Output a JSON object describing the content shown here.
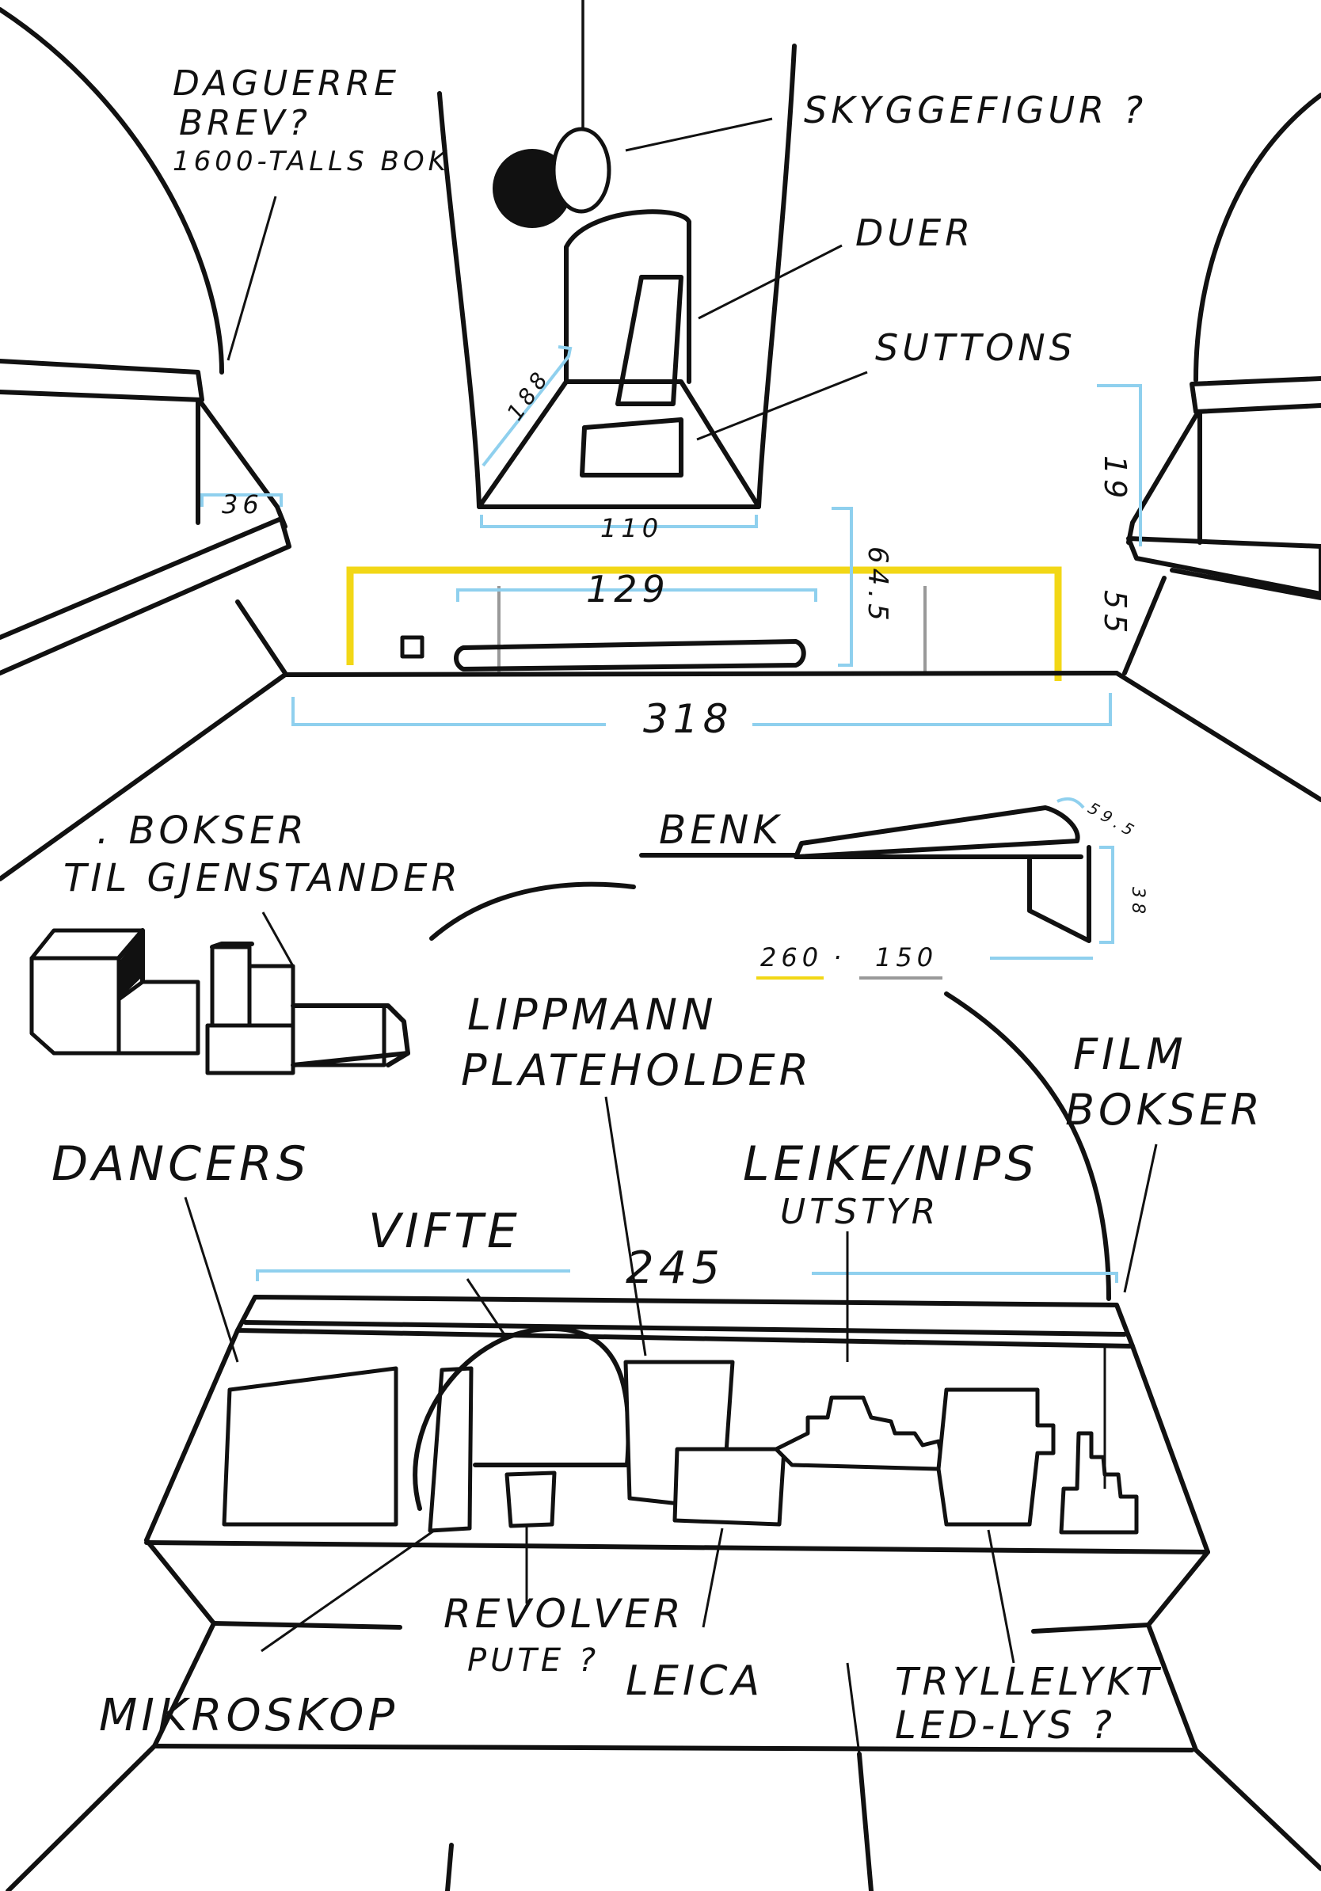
{
  "colors": {
    "ink": "#111111",
    "dimension": "#8fd0ee",
    "highlight_yellow": "#f2d716",
    "highlight_gray": "#999999"
  },
  "labels": {
    "daguerre": "DAGUERRE",
    "brev": "BREV?",
    "bok": "1600-TALLS BOK",
    "skyggefigur": "SKYGGEFIGUR ?",
    "duer": "DUER",
    "suttons": "SUTTONS",
    "bokser": ". BOKSER",
    "til_gjenstander": "TIL GJENSTANDER",
    "benk": "BENK",
    "lippmann": "LIPPMANN",
    "plateholder": "PLATEHOLDER",
    "film": "FILM",
    "bokser_film": "BOKSER",
    "dancers": "DANCERS",
    "vifte": "VIFTE",
    "leike_nips": "LEIKE/NIPS",
    "utstyr": "UTSTYR",
    "revolver": "REVOLVER",
    "pute": "PUTE ?",
    "leica": "LEICA",
    "mikroskop": "MIKROSKOP",
    "tryllelykt": "TRYLLELYKT",
    "led_lys": "LED-LYS ?"
  },
  "dimensions": {
    "d188": "188",
    "d110": "110",
    "d36": "36",
    "d129": "129",
    "d64_5": "64.5",
    "d19": "19",
    "d55": "55",
    "d318": "318",
    "d59_5": "59.5",
    "d38": "38",
    "d260": "260",
    "dot": "·",
    "d150": "150",
    "d245": "245"
  }
}
